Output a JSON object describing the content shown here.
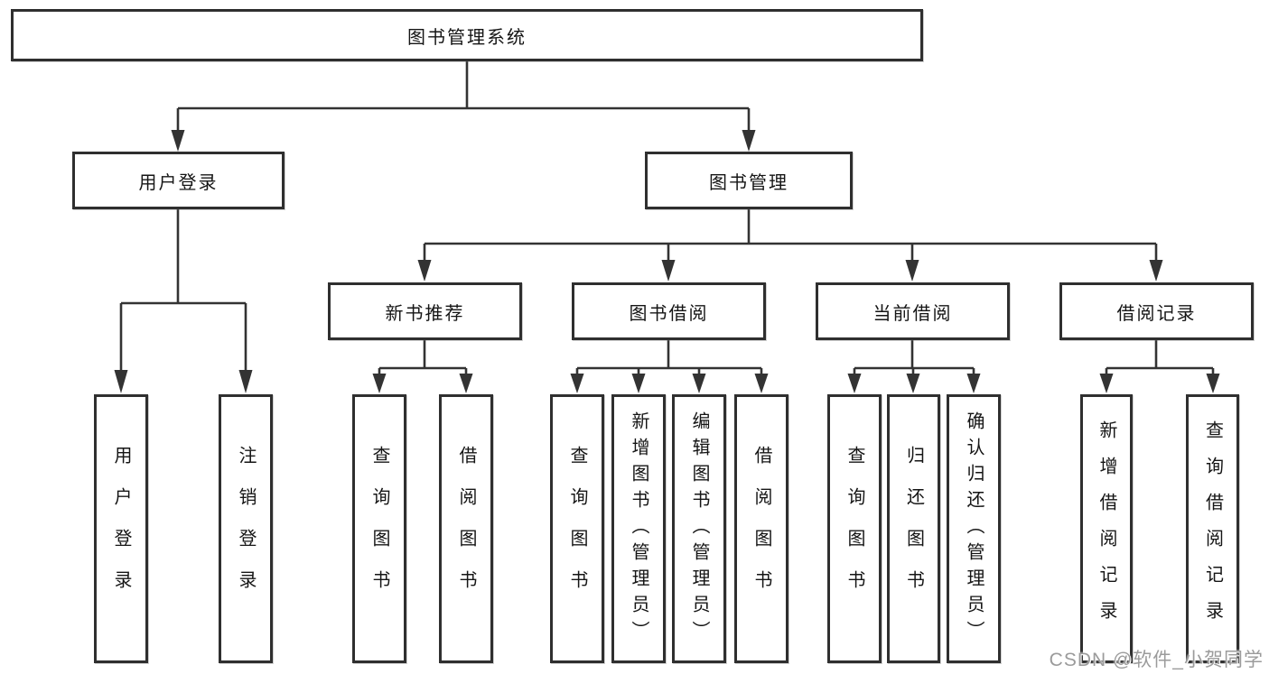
{
  "tree": {
    "root": {
      "label": "图书管理系统"
    },
    "branches": [
      {
        "label": "用户登录",
        "children": [
          {
            "label": "用户登录"
          },
          {
            "label": "注销登录"
          }
        ]
      },
      {
        "label": "图书管理",
        "children": [
          {
            "label": "新书推荐",
            "children": [
              {
                "label": "查询图书"
              },
              {
                "label": "借阅图书"
              }
            ]
          },
          {
            "label": "图书借阅",
            "children": [
              {
                "label": "查询图书"
              },
              {
                "label": "新增图书（管理员）"
              },
              {
                "label": "编辑图书（管理员）"
              },
              {
                "label": "借阅图书"
              }
            ]
          },
          {
            "label": "当前借阅",
            "children": [
              {
                "label": "查询图书"
              },
              {
                "label": "归还图书"
              },
              {
                "label": "确认归还（管理员）"
              }
            ]
          },
          {
            "label": "借阅记录",
            "children": [
              {
                "label": "新增借阅记录"
              },
              {
                "label": "查询借阅记录"
              }
            ]
          }
        ]
      }
    ]
  },
  "watermark": {
    "text": "CSDN @软件_小贺同学"
  },
  "colors": {
    "line": "#333333",
    "box_border": "#2f2f2f",
    "text": "#151515",
    "watermark": "#9b9b9b",
    "background": "#ffffff"
  }
}
